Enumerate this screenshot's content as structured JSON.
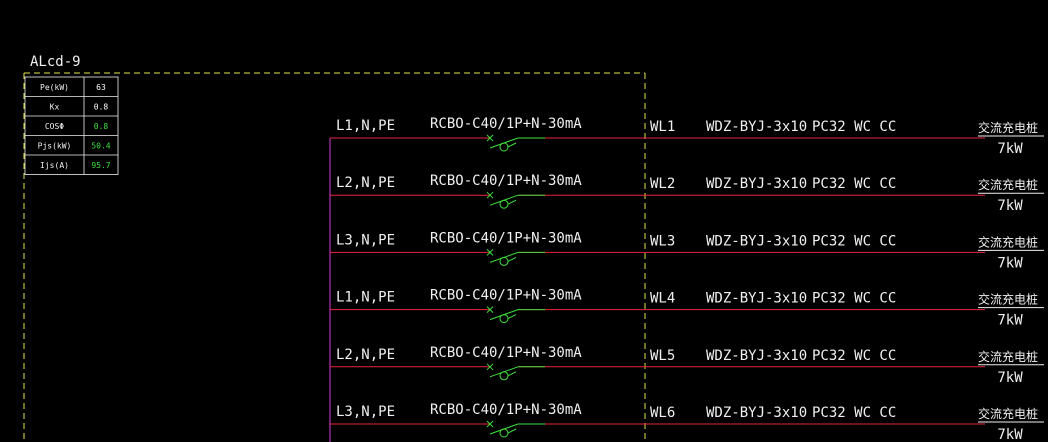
{
  "panel": {
    "name": "ALcd-9",
    "frame_color": "#e5e54a"
  },
  "params_table": {
    "rows": [
      {
        "label": "Pe(kW)",
        "value": "63",
        "value_color": "#ffffff"
      },
      {
        "label": "Kx",
        "value": "0.8",
        "value_color": "#ffffff"
      },
      {
        "label": "COSΦ",
        "value": "0.8",
        "value_color": "#3ee03e"
      },
      {
        "label": "Pjs(kW)",
        "value": "50.4",
        "value_color": "#3ee03e"
      },
      {
        "label": "Ijs(A)",
        "value": "95.7",
        "value_color": "#3ee03e"
      }
    ]
  },
  "colors": {
    "circuit_line": "#e8243a",
    "busbar": "#d83ad8",
    "breaker": "#3ee03e",
    "text": "#f0f0f0"
  },
  "circuits": [
    {
      "phase": "L1,N,PE",
      "breaker": "RCBO-C40/1P+N-30mA",
      "id": "WL1",
      "cable": "WDZ-BYJ-3x10",
      "conduit": "PC32 WC CC",
      "load": "交流充电桩",
      "power": "7kW"
    },
    {
      "phase": "L2,N,PE",
      "breaker": "RCBO-C40/1P+N-30mA",
      "id": "WL2",
      "cable": "WDZ-BYJ-3x10",
      "conduit": "PC32 WC CC",
      "load": "交流充电桩",
      "power": "7kW"
    },
    {
      "phase": "L3,N,PE",
      "breaker": "RCBO-C40/1P+N-30mA",
      "id": "WL3",
      "cable": "WDZ-BYJ-3x10",
      "conduit": "PC32 WC CC",
      "load": "交流充电桩",
      "power": "7kW"
    },
    {
      "phase": "L1,N,PE",
      "breaker": "RCBO-C40/1P+N-30mA",
      "id": "WL4",
      "cable": "WDZ-BYJ-3x10",
      "conduit": "PC32 WC CC",
      "load": "交流充电桩",
      "power": "7kW"
    },
    {
      "phase": "L2,N,PE",
      "breaker": "RCBO-C40/1P+N-30mA",
      "id": "WL5",
      "cable": "WDZ-BYJ-3x10",
      "conduit": "PC32 WC CC",
      "load": "交流充电桩",
      "power": "7kW"
    },
    {
      "phase": "L3,N,PE",
      "breaker": "RCBO-C40/1P+N-30mA",
      "id": "WL6",
      "cable": "WDZ-BYJ-3x10",
      "conduit": "PC32 WC CC",
      "load": "交流充电桩",
      "power": "7kW"
    }
  ]
}
